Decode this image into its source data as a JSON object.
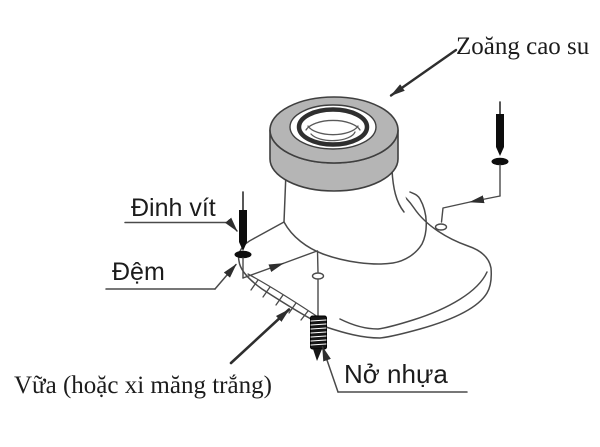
{
  "colors": {
    "gasket_fill": "#b5b5b5",
    "line": "#4a4a4a",
    "dark": "#111111",
    "text": "#1c1c1c"
  },
  "labels": {
    "zoang_cao_su": "Zoăng cao su",
    "dinh_vit": "Đinh vít",
    "dem": "Đệm",
    "vua": "Vữa (hoặc xi măng trắng)",
    "no_nhua": "Nở nhựa"
  }
}
